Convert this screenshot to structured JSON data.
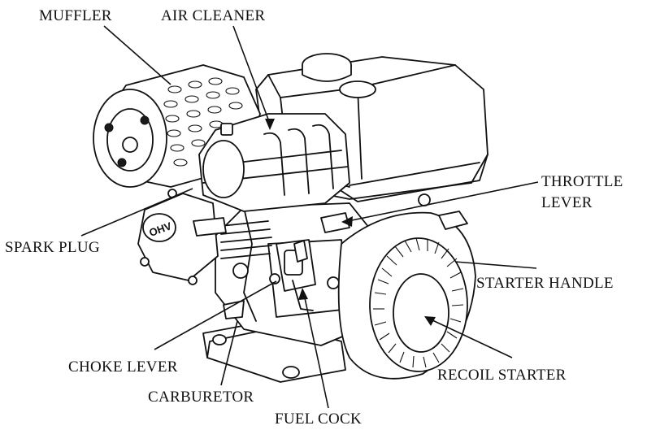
{
  "labels": {
    "muffler": "MUFFLER",
    "air_cleaner": "AIR CLEANER",
    "throttle_line1": "THROTTLE",
    "throttle_line2": "LEVER",
    "spark_plug": "SPARK PLUG",
    "starter_handle": "STARTER HANDLE",
    "choke_lever": "CHOKE LEVER",
    "recoil_starter": "RECOIL STARTER",
    "carburetor": "CARBURETOR",
    "fuel_cock": "FUEL COCK"
  },
  "engine": {
    "head_cover_marking": "OHV"
  },
  "colors": {
    "ink": "#111111",
    "background": "#ffffff"
  }
}
